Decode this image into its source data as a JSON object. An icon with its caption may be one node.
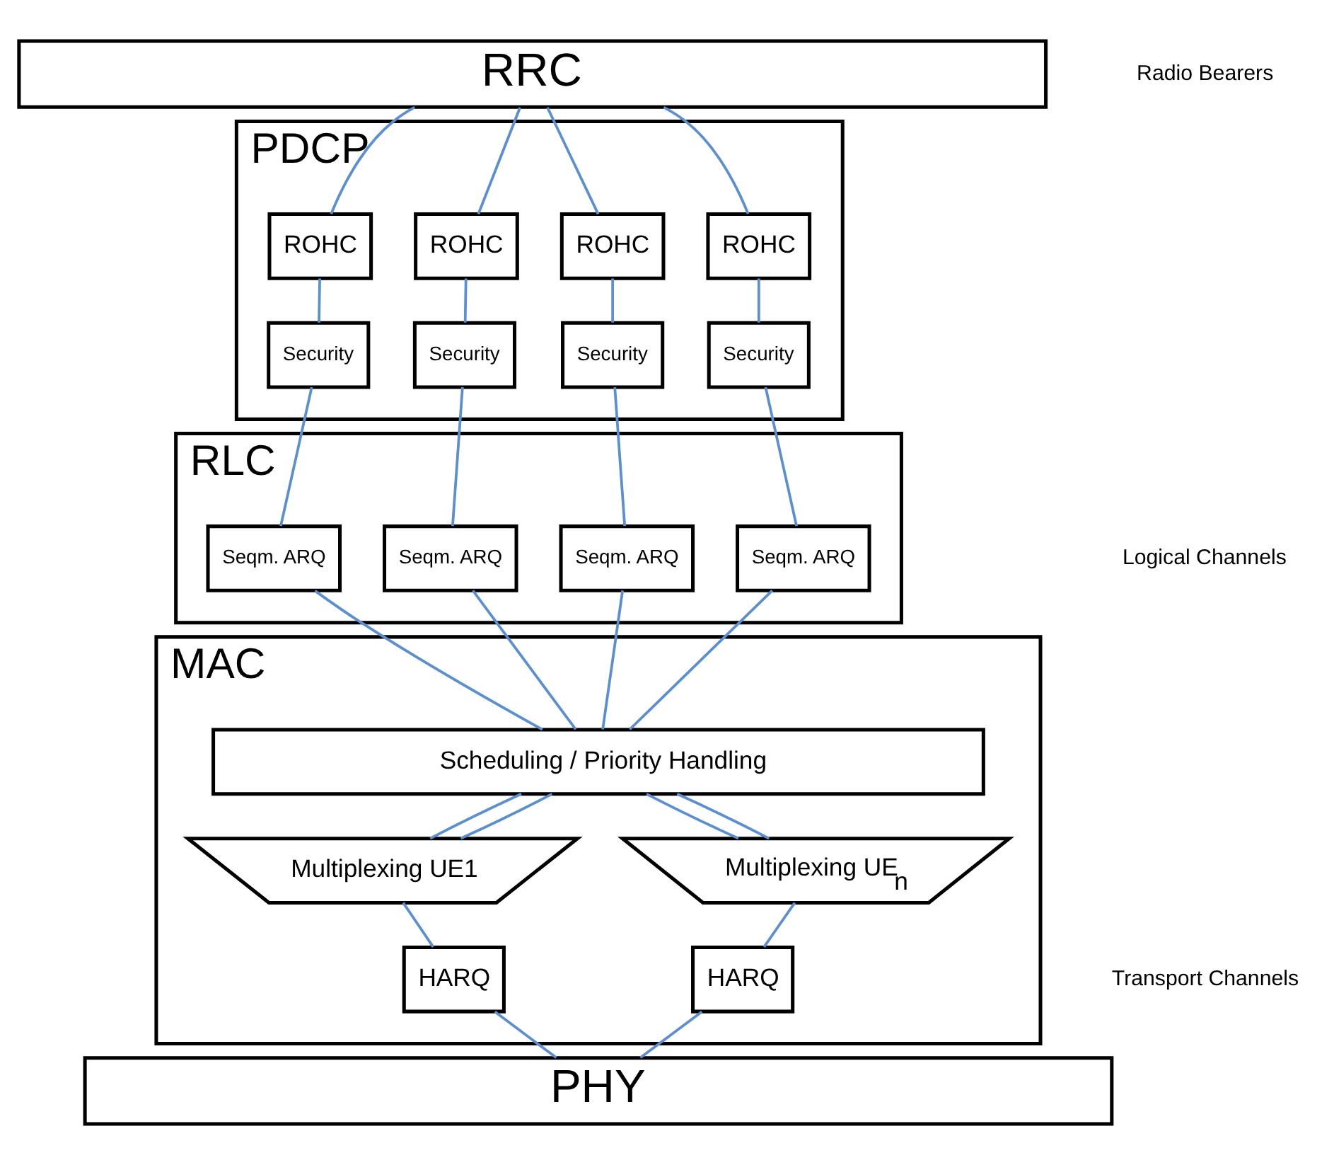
{
  "diagram": {
    "nodes": [
      {
        "text": [
          "RRC"
        ]
      },
      {
        "text": [
          "PDCP"
        ]
      },
      {
        "text": [
          "ROHC"
        ],
        "in": 1
      },
      {
        "text": [
          "ROHC"
        ],
        "in": 1
      },
      {
        "text": [
          "ROHC"
        ],
        "in": 1
      },
      {
        "text": [
          "ROHC"
        ],
        "in": 1
      },
      {
        "text": [
          "Security"
        ],
        "in": 1
      },
      {
        "text": [
          "Security"
        ],
        "in": 1
      },
      {
        "text": [
          "Security"
        ],
        "in": 1
      },
      {
        "text": [
          "Security"
        ],
        "in": 1
      },
      {
        "text": [
          "RLC"
        ]
      },
      {
        "text": [
          "Seqm. ARQ"
        ],
        "in": 10
      },
      {
        "text": [
          "Seqm. ARQ"
        ],
        "in": 10
      },
      {
        "text": [
          "Seqm. ARQ"
        ],
        "in": 10
      },
      {
        "text": [
          "Seqm. ARQ"
        ],
        "in": 10
      },
      {
        "text": [
          "MAC"
        ]
      },
      {
        "text": [
          "Scheduling / Priority Handling"
        ],
        "in": 15
      },
      {
        "text": [
          "Multiplexing UE1"
        ],
        "in": 15
      },
      {
        "text": [
          "Multiplexing UE$_{n}$"
        ],
        "in": 15
      },
      {
        "text": [
          "HARQ"
        ],
        "in": 15
      },
      {
        "text": [
          "HARQ"
        ],
        "in": 15
      },
      {
        "text": [
          "PHY"
        ]
      }
    ],
    "edges": [
      {
        "from": 0,
        "to": 2,
        "arrow": "none"
      },
      {
        "from": 0,
        "to": 3,
        "arrow": "none"
      },
      {
        "from": 0,
        "to": 4,
        "arrow": "none"
      },
      {
        "from": 0,
        "to": 5,
        "arrow": "none"
      },
      {
        "from": 2,
        "to": 6,
        "arrow": "none"
      },
      {
        "from": 3,
        "to": 7,
        "arrow": "none"
      },
      {
        "from": 4,
        "to": 8,
        "arrow": "none"
      },
      {
        "from": 5,
        "to": 9,
        "arrow": "none"
      },
      {
        "from": 6,
        "to": 11,
        "arrow": "none"
      },
      {
        "from": 7,
        "to": 12,
        "arrow": "none"
      },
      {
        "from": 8,
        "to": 13,
        "arrow": "none"
      },
      {
        "from": 9,
        "to": 14,
        "arrow": "none"
      },
      {
        "from": 11,
        "to": 16,
        "arrow": "none"
      },
      {
        "from": 12,
        "to": 16,
        "arrow": "none"
      },
      {
        "from": 13,
        "to": 16,
        "arrow": "none"
      },
      {
        "from": 14,
        "to": 16,
        "arrow": "none"
      },
      {
        "from": 16,
        "to": 17,
        "arrow": "none"
      },
      {
        "from": 16,
        "to": 17,
        "arrow": "none"
      },
      {
        "from": 16,
        "to": 18,
        "arrow": "none"
      },
      {
        "from": 16,
        "to": 18,
        "arrow": "none"
      },
      {
        "from": 17,
        "to": 19,
        "arrow": "none"
      },
      {
        "from": 18,
        "to": 20,
        "arrow": "none"
      },
      {
        "from": 19,
        "to": 21,
        "arrow": "none"
      },
      {
        "from": 20,
        "to": 21,
        "arrow": "none"
      }
    ],
    "labels": [
      "Radio Bearers",
      "Logical Channels",
      "Transport Channels"
    ]
  }
}
